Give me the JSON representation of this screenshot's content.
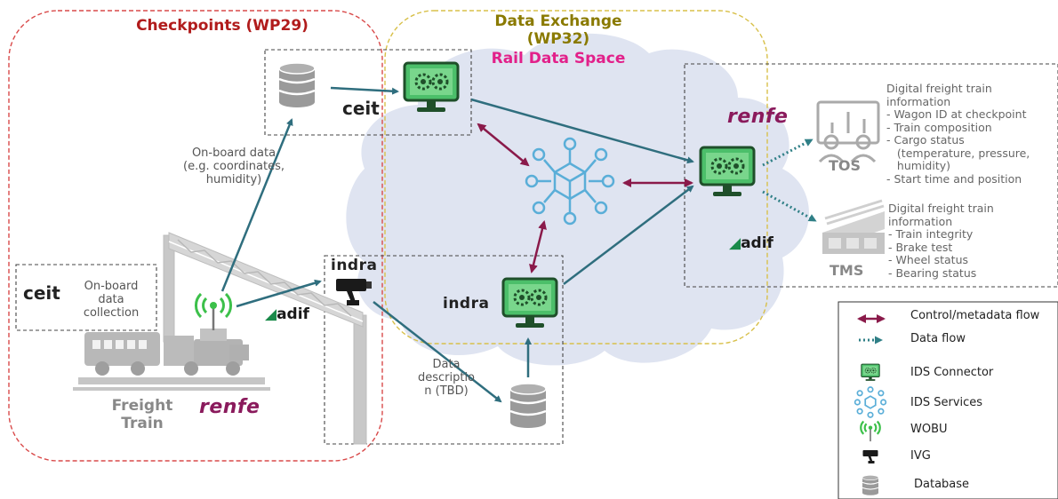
{
  "regions": {
    "checkpoints": "Checkpoints (WP29)",
    "data_exchange_line1": "Data Exchange",
    "data_exchange_line2": "(WP32)",
    "rail_data_space": "Rail Data Space"
  },
  "logos": {
    "ceit": "ceit",
    "renfe": "renfe",
    "indra": "indra",
    "adif": "adif"
  },
  "labels": {
    "onboard_data": [
      "On-board data",
      "(e.g. coordinates,",
      "humidity)"
    ],
    "onboard_collection": [
      "On-board",
      "data",
      "collection"
    ],
    "freight_train": [
      "Freight",
      "Train"
    ],
    "data_description": [
      "Data",
      "descriptio",
      "n (TBD)"
    ],
    "tos": "TOS",
    "tms": "TMS"
  },
  "tos_info": {
    "title": [
      "Digital freight train",
      "information"
    ],
    "items": [
      "-  Wagon ID at checkpoint",
      "-  Train composition",
      "-  Cargo status",
      "   (temperature, pressure,",
      "   humidity)",
      "-  Start time and position"
    ]
  },
  "tms_info": {
    "title": [
      "Digital freight train",
      "information"
    ],
    "items": [
      "-  Train integrity",
      "-  Brake test",
      "-  Wheel status",
      "-  Bearing status"
    ]
  },
  "legend": {
    "items": [
      {
        "icon": "double-arrow-icon",
        "label": "Control/metadata flow"
      },
      {
        "icon": "dotted-arrow-icon",
        "label": "Data flow"
      },
      {
        "icon": "ids-connector-icon",
        "label": "IDS Connector"
      },
      {
        "icon": "ids-services-icon",
        "label": "IDS Services"
      },
      {
        "icon": "wobu-icon",
        "label": "WOBU"
      },
      {
        "icon": "ivg-icon",
        "label": "IVG"
      },
      {
        "icon": "database-icon",
        "label": "Database"
      }
    ]
  },
  "colors": {
    "checkpoints_border": "#d94a4a",
    "exchange_border": "#d8c04a",
    "cloud": "#dfe4f1",
    "teal_arrow": "#2f6e7e",
    "control_arrow": "#8a1a4a",
    "connector_green": "#4cbf6a",
    "services_blue": "#5aaed8",
    "wobu_green": "#3cc04a"
  }
}
